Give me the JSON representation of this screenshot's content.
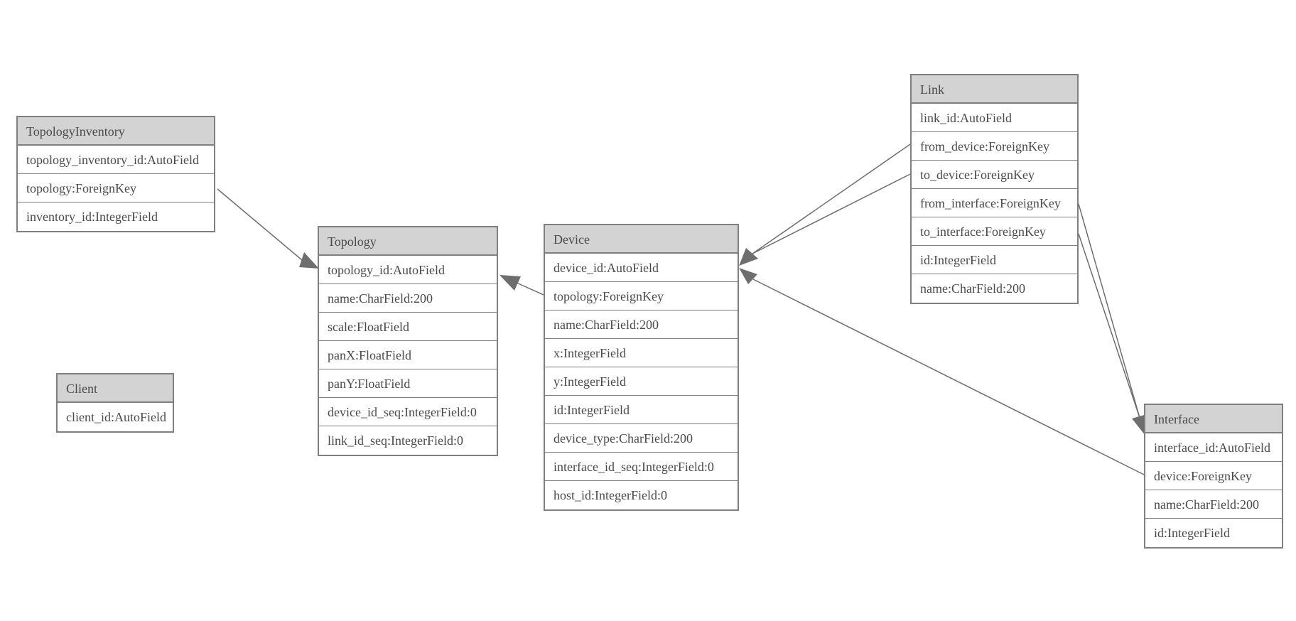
{
  "diagram": {
    "kind": "entity-relationship-model-graph",
    "colors": {
      "background": "#ffffff",
      "header_fill": "#d3d3d3",
      "border": "#7f7f7f",
      "text": "#4a4a4a",
      "connector": "#6e6e6e"
    }
  },
  "entities": [
    {
      "title": "TopologyInventory",
      "rows": [
        "topology_inventory_id:AutoField",
        "topology:ForeignKey",
        "inventory_id:IntegerField"
      ]
    },
    {
      "title": "Topology",
      "rows": [
        "topology_id:AutoField",
        "name:CharField:200",
        "scale:FloatField",
        "panX:FloatField",
        "panY:FloatField",
        "device_id_seq:IntegerField:0",
        "link_id_seq:IntegerField:0"
      ]
    },
    {
      "title": "Client",
      "rows": [
        "client_id:AutoField"
      ]
    },
    {
      "title": "Device",
      "rows": [
        "device_id:AutoField",
        "topology:ForeignKey",
        "name:CharField:200",
        "x:IntegerField",
        "y:IntegerField",
        "id:IntegerField",
        "device_type:CharField:200",
        "interface_id_seq:IntegerField:0",
        "host_id:IntegerField:0"
      ]
    },
    {
      "title": "Link",
      "rows": [
        "link_id:AutoField",
        "from_device:ForeignKey",
        "to_device:ForeignKey",
        "from_interface:ForeignKey",
        "to_interface:ForeignKey",
        "id:IntegerField",
        "name:CharField:200"
      ]
    },
    {
      "title": "Interface",
      "rows": [
        "interface_id:AutoField",
        "device:ForeignKey",
        "name:CharField:200",
        "id:IntegerField"
      ]
    }
  ],
  "relations": [
    {
      "from": "TopologyInventory.topology",
      "to": "Topology.topology_id"
    },
    {
      "from": "Device.topology",
      "to": "Topology.topology_id"
    },
    {
      "from": "Link.from_device",
      "to": "Device.device_id"
    },
    {
      "from": "Link.to_device",
      "to": "Device.device_id"
    },
    {
      "from": "Link.from_interface",
      "to": "Interface.interface_id"
    },
    {
      "from": "Link.to_interface",
      "to": "Interface.interface_id"
    },
    {
      "from": "Interface.device",
      "to": "Device.device_id"
    }
  ]
}
